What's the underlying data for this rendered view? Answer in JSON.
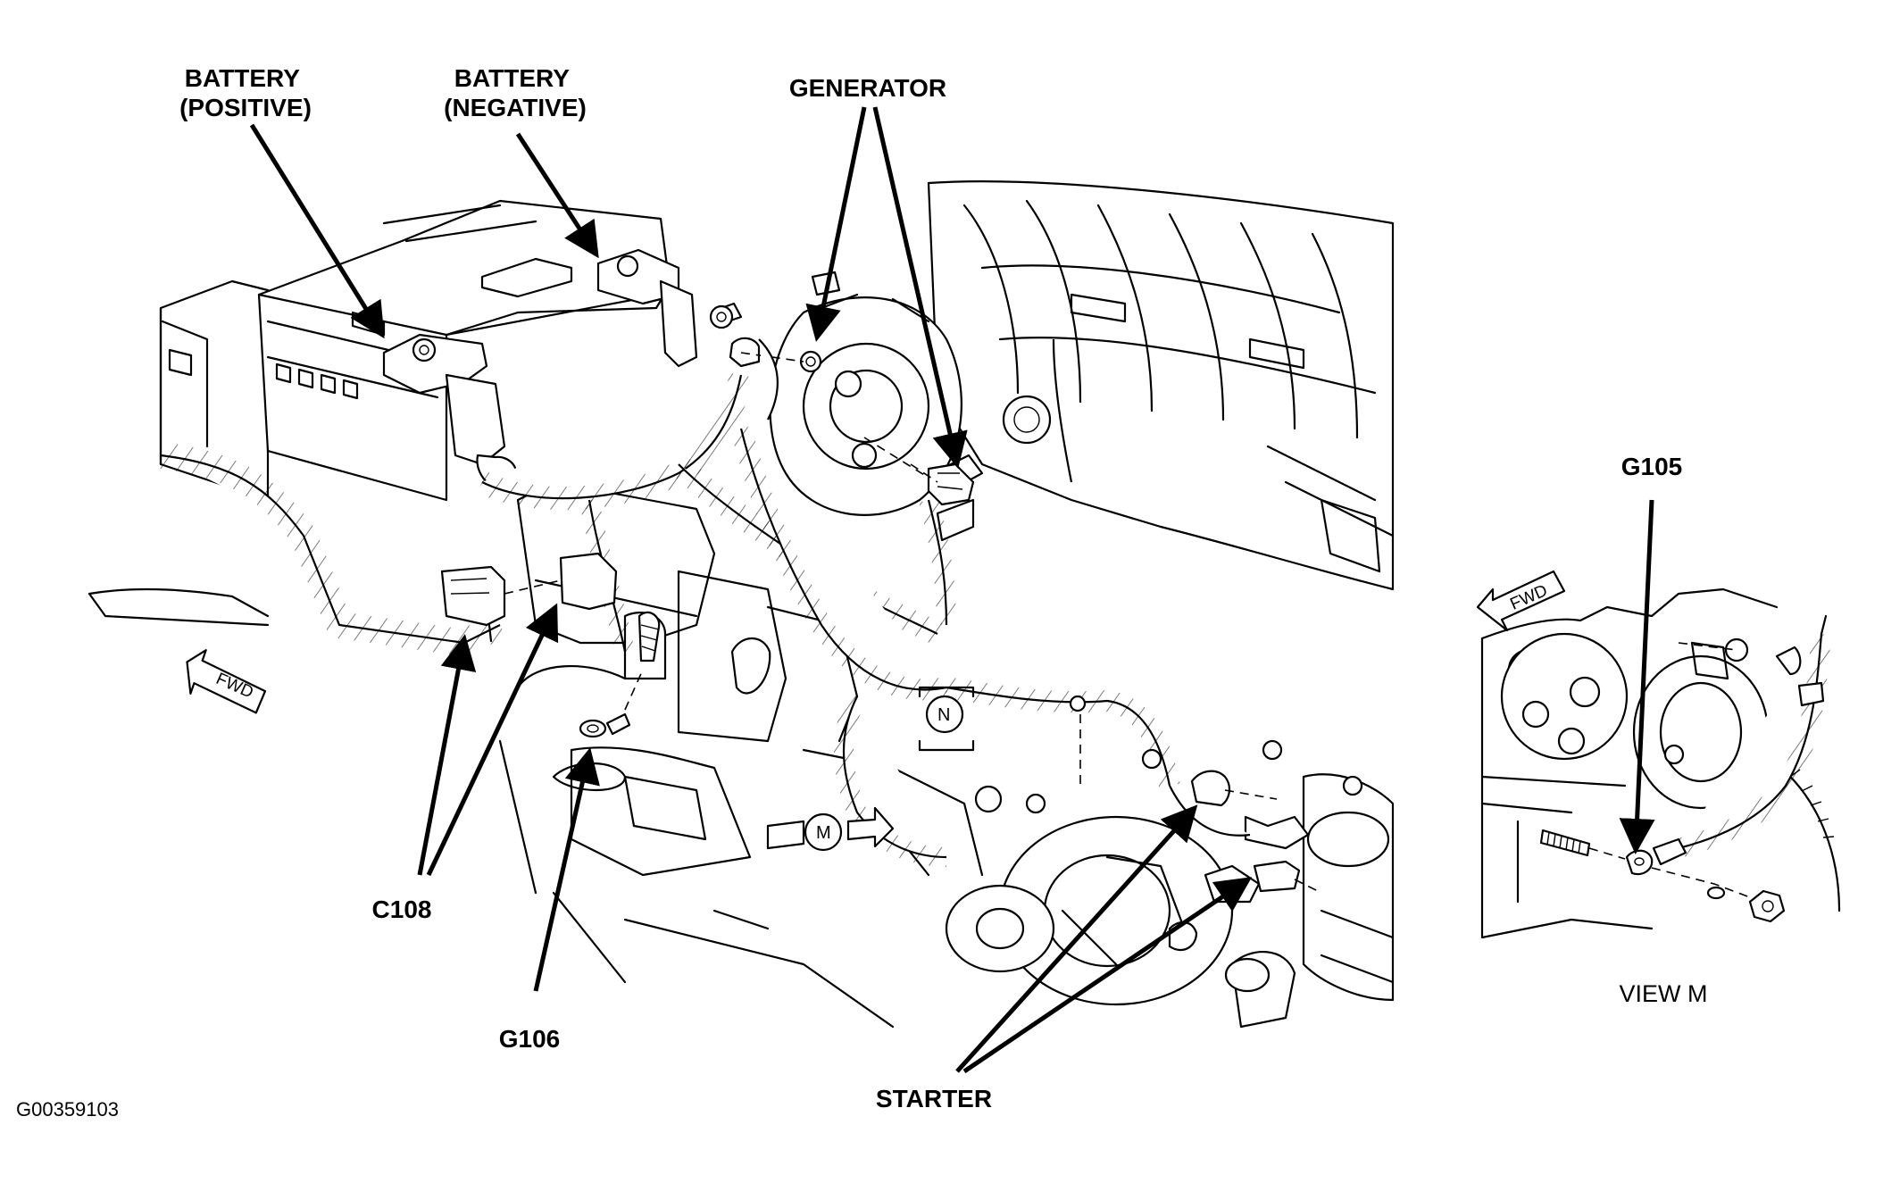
{
  "labels": {
    "battery_positive": [
      "BATTERY",
      "(POSITIVE)"
    ],
    "battery_negative": [
      "BATTERY",
      "(NEGATIVE)"
    ],
    "generator": "GENERATOR",
    "c108": "C108",
    "g106": "G106",
    "starter": "STARTER",
    "g105": "G105",
    "view_m": "VIEW M"
  },
  "markers": {
    "fwd_main": "FWD",
    "fwd_inset": "FWD",
    "view_marker": "M",
    "cable_tag": "N"
  },
  "figure_code": "G00359103",
  "colors": {
    "line": "#000000",
    "background": "#ffffff"
  }
}
